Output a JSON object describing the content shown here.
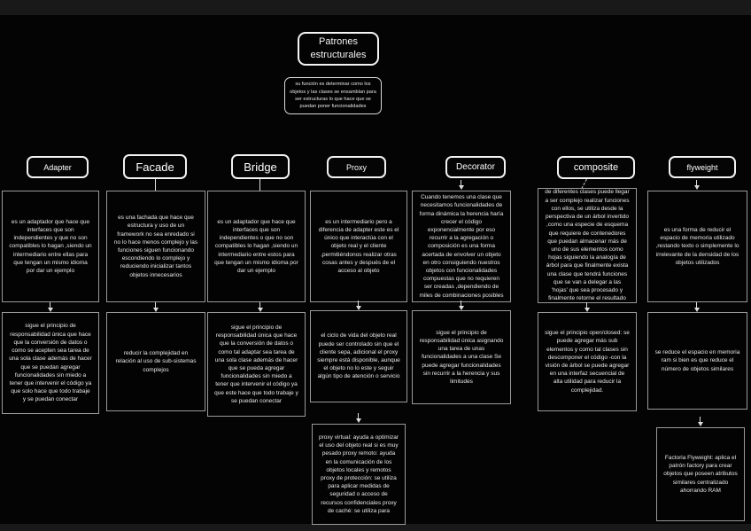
{
  "root": {
    "title": "Patrones estructurales",
    "note": "su función es determinar como los objetos y las clases se ensamblan para ser estructuras lo que hace que se puedan poner funcionalidades"
  },
  "patterns": [
    {
      "label": "Adapter",
      "boxes": [
        "es un adaptador que hace que interfaces que son independientes y que no son compatibles lo hagan ,siendo un intermediario entre ellas para que tengan un mismo idioma por dar un ejemplo",
        "sigue el principio de responsabilidad única que hace que la conversión de datos o como se acepten sea tarea de una sola clase además de hacer que se puedan agregar funcionalidades sin miedo a tener que intervenir el código ya que solo hace que todo trabaje y se puedan conectar"
      ]
    },
    {
      "label": "Facade",
      "boxes": [
        "es una fachada que hace que estructura y uso de un framework no sea enredado si no lo hace menos complejo y las funciones siguen funcionando escondiendo lo complejo y reduciendo inicializar tantos objetos innecesarios",
        "reducir la complejidad en relación al uso de sub-sistemas complejos"
      ]
    },
    {
      "label": "Bridge",
      "boxes": [
        "es un adaptador que hace que interfaces que son independientes o que no son compatibles lo hagan ,siendo un intermediario entre estos para que tengan un mismo idioma por dar un ejemplo",
        "sigue el principio de responsabilidad única que hace que la conversión de datos o como tal adaptar sea tarea de una sola clase además de hacer que se pueda agregar funcionalidades sin miedo a tener que intervenir el código ya que este hace que todo trabaje y se puedan conectar"
      ]
    },
    {
      "label": "Proxy",
      "boxes": [
        "es un intermediario pero a diferencia de adapter este es el único que interactúa con el objeto real y el cliente ,permitiéndonos realizar otras cosas antes y después de el acceso al objeto",
        "el ciclo de vida del objeto real puede ser controlado sin que el cliente sepa, adicional el proxy siempre está disponible, aunque el objeto no lo este y seguir algún tipo de atención o servicio",
        "proxy virtual: ayuda a optimizar el uso del objeto real si es muy pesado proxy remoto: ayuda en la comunicación de los objetos locales y remotos proxy de protección: se utiliza para aplicar medidas de seguridad o acceso de recursos confidenciales proxy de caché: se utiliza para"
      ]
    },
    {
      "label": "Decorator",
      "boxes": [
        "Cuando tenemos una clase que necesitamos funcionalidades de forma dinámica la herencia haría crecer el código exponencialmente por eso recurrir a la agregación o composición es una forma acertada de envolver un objeto en otro consiguiendo nuestros objetos con funcionalidades compuestas que no requieren ser creadas ,dependiendo de miles de combinaciones posibles",
        "sigue el principio de responsabilidad única asignando una tarea de unas funcionalidades a una clase Se puede agregar funcionalidades sin recurrir a la herencia y sus limitudes"
      ]
    },
    {
      "label": "composite",
      "boxes": [
        "Cuando tenemos varios objetos de diferentes clases puede llegar a ser complejo realizar funciones con ellos, se utiliza desde la perspectiva de un árbol invertido ,como una especie de esquema que requiere de contenedores que puedan almacenar más de uno de sus elementos como hojas siguiendo la analogía de árbol para que finalmente exista una clase que tendrá funciones que se van a delegar a las 'hojas' que sea procesado y finalmente retorne el resultado de la tarea",
        "sigue el principio open/closed: se puede agregar más sub elementos y como tal clases sin descomponer el código -con la visión de árbol se puede agregar en una interfaz secuencial de alta utilidad para reducir la complejidad."
      ]
    },
    {
      "label": "flyweight",
      "boxes": [
        "es una forma de reducir el espacio de memoria utilizado ,restando texto o simplemente lo irrelevante de la densidad de los objetos utilizados",
        "se reduce el espacio en memoria ram si bien es que reduce el número de objetos similares",
        "Factoria Flyweight: aplica el patrón factory para crear objetos que poseen atributos similares centralizado ahorrando RAM"
      ]
    }
  ]
}
